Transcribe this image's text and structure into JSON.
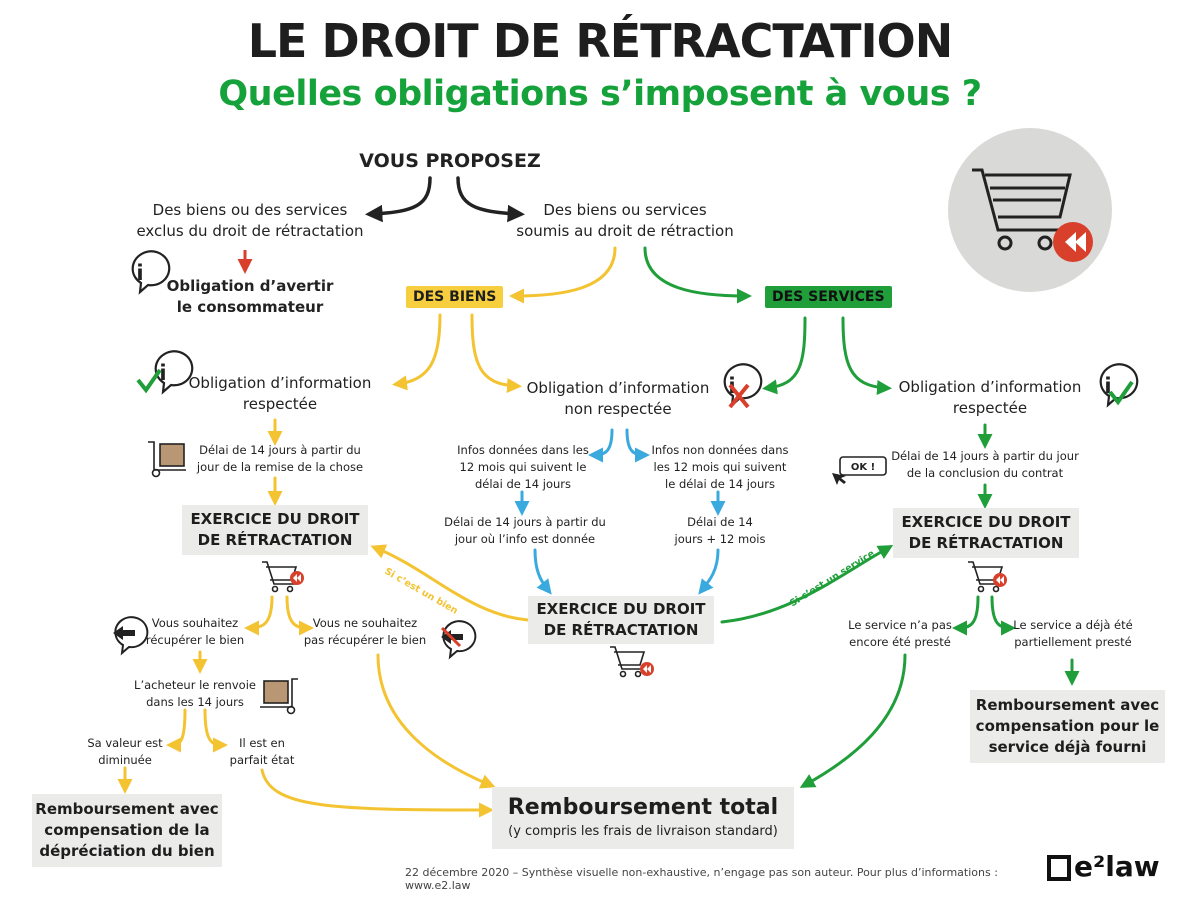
{
  "header": {
    "title": "LE DROIT DE RÉTRACTATION",
    "subtitle": "Quelles obligations s’imposent à vous ?"
  },
  "nodes": {
    "root": "VOUS PROPOSEZ",
    "excluded": [
      "Des biens ou des services",
      "exclus du droit de rétractation"
    ],
    "subject": [
      "Des biens ou services",
      "soumis au droit de rétraction"
    ],
    "obligation_avertir": [
      "Obligation d’avertir",
      "le consommateur"
    ],
    "des_biens": "DES BIENS",
    "des_services": "DES SERVICES",
    "info_respectee_left": [
      "Obligation d’information",
      "respectée"
    ],
    "info_non_respectee": [
      "Obligation d’information",
      "non respectée"
    ],
    "info_respectee_right": [
      "Obligation d’information",
      "respectée"
    ],
    "delai_remise": [
      "Délai de 14 jours à partir du",
      "jour de la remise de la chose"
    ],
    "infos_donnees": [
      "Infos données dans les",
      "12 mois qui suivent le",
      "délai de 14 jours"
    ],
    "infos_non_donnees": [
      "Infos non données dans",
      "les 12 mois qui suivent",
      "le délai de 14 jours"
    ],
    "delai_conclusion": [
      "Délai de 14 jours à partir du jour",
      "de la conclusion du contrat"
    ],
    "delai_info": [
      "Délai de 14 jours à partir du",
      "jour où l’info est donnée"
    ],
    "delai_12mois": [
      "Délai de 14",
      "jours + 12 mois"
    ],
    "exercice_left": [
      "EXERCICE DU DROIT",
      "DE RÉTRACTATION"
    ],
    "exercice_center": [
      "EXERCICE DU DROIT",
      "DE RÉTRACTATION"
    ],
    "exercice_right": [
      "EXERCICE DU DROIT",
      "DE RÉTRACTATION"
    ],
    "label_bien": "Si c’est un bien",
    "label_service": "Si c’est un service",
    "souhaitez": [
      "Vous souhaitez",
      "récupérer le bien"
    ],
    "ne_souhaitez": [
      "Vous ne souhaitez",
      "pas récupérer le bien"
    ],
    "acheteur_renvoie": [
      "L’acheteur le renvoie",
      "dans les 14 jours"
    ],
    "valeur_diminuee": [
      "Sa valeur est",
      "diminuée"
    ],
    "parfait_etat": [
      "Il est en",
      "parfait état"
    ],
    "service_non_preste": [
      "Le service n’a pas",
      "encore été presté"
    ],
    "service_partiel": [
      "Le service a déjà été",
      "partiellement presté"
    ],
    "remb_depreciation": [
      "Remboursement avec",
      "compensation de la",
      "dépréciation du bien"
    ],
    "remb_total": "Remboursement total",
    "remb_total_sub": "(y compris les frais de livraison standard)",
    "remb_service": [
      "Remboursement avec",
      "compensation pour le",
      "service déjà fourni"
    ],
    "ok_label": "OK !"
  },
  "footer": {
    "note": "22 décembre 2020 – Synthèse visuelle non-exhaustive, n’engage pas son auteur. Pour plus d’informations : www.e2.law",
    "logo": "e²law"
  },
  "colors": {
    "yellow": "#f3c332",
    "green": "#1f9e3a",
    "blue": "#3aa9de",
    "red": "#d9402b",
    "dark": "#222222",
    "box": "#ebebea"
  }
}
